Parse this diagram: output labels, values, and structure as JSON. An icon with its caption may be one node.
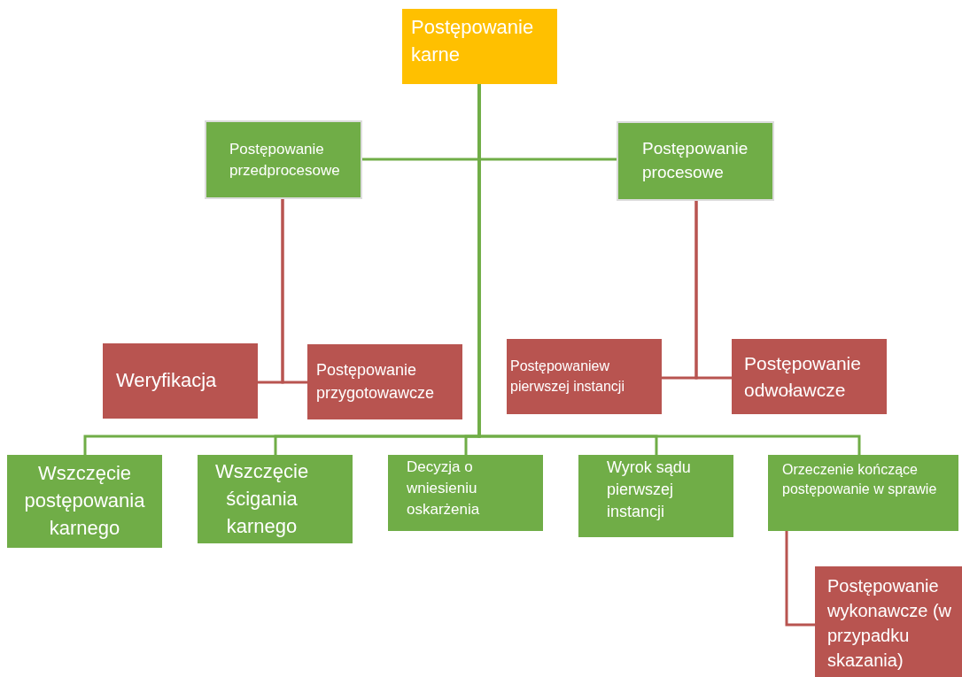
{
  "diagram": {
    "nodes": [
      {
        "text": [
          "Postępowanie karne"
        ]
      },
      {
        "text": [
          "Postępowanie przedprocesowe"
        ]
      },
      {
        "text": [
          "Postępowanie procesowe"
        ]
      },
      {
        "text": [
          "Weryfikacja"
        ]
      },
      {
        "text": [
          "Postępowanie przygotowawcze"
        ]
      },
      {
        "text": [
          "Postępowaniew pierwszej instancji"
        ]
      },
      {
        "text": [
          "Postępowanie odwoławcze"
        ]
      },
      {
        "text": [
          "Wszczęcie postępowania karnego"
        ]
      },
      {
        "text": [
          "Wszczęcie ścigania karnego"
        ]
      },
      {
        "text": [
          "Decyzja o wniesieniu oskarżenia"
        ]
      },
      {
        "text": [
          "Wyrok sądu pierwszej instancji"
        ]
      },
      {
        "text": [
          "Orzeczenie kończące postępowanie w sprawie"
        ]
      },
      {
        "text": [
          "Postępowanie wykonawcze (w przypadku skazania)"
        ]
      }
    ],
    "edges": [
      {
        "from": 0,
        "to": 1,
        "arrow": "none"
      },
      {
        "from": 0,
        "to": 2,
        "arrow": "none"
      },
      {
        "from": 0,
        "to": 7,
        "arrow": "none"
      },
      {
        "from": 0,
        "to": 8,
        "arrow": "none"
      },
      {
        "from": 0,
        "to": 9,
        "arrow": "none"
      },
      {
        "from": 0,
        "to": 10,
        "arrow": "none"
      },
      {
        "from": 0,
        "to": 11,
        "arrow": "none"
      },
      {
        "from": 1,
        "to": 3,
        "arrow": "none",
        "color": "#b85450"
      },
      {
        "from": 1,
        "to": 4,
        "arrow": "none",
        "color": "#b85450"
      },
      {
        "from": 2,
        "to": 5,
        "arrow": "none",
        "color": "#b85450"
      },
      {
        "from": 2,
        "to": 6,
        "arrow": "none",
        "color": "#b85450"
      },
      {
        "from": 11,
        "to": 12,
        "arrow": "none",
        "color": "#b85450"
      }
    ]
  }
}
